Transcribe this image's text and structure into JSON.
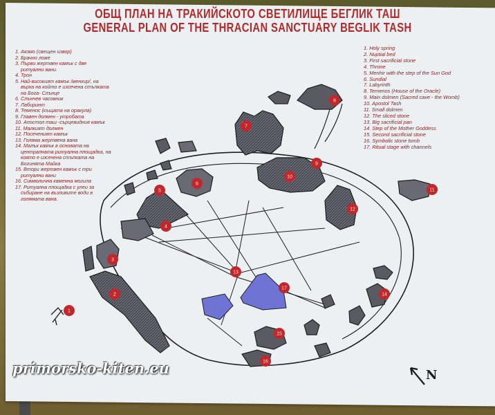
{
  "sign": {
    "title_bg": "ОБЩ ПЛАН НА ТРАКИЙСКОТО СВЕТИЛИЩЕ БЕГЛИК ТАШ",
    "title_en": "GENERAL PLAN OF THE THRACIAN SANCTUARY BEGLIK TASH",
    "legend_bg": [
      "1. Аязмо (свещен извор)",
      "2. Брачно ложе",
      "3. Първи жертвен камък с две\n    ритуални вани.",
      "4. Трон",
      "5. Най-високият камък /менхир/, на\n    върха на който е изсечена стъпката\n    на Бога- Слънце",
      "6. Слънчев часовник",
      "7. Лабиринт",
      "8. Теменос (къщата на оракула)",
      "9. Главен долмен - утробата",
      "10. Апостол таш -сърцевидния камък",
      "11. Малкият долмен",
      "12. Посеченият камък",
      "13. Голяма жертвена вана",
      "14. Малък камък в основата на\n    централната ритуална площадка, на\n    която е изсечена стъпката на\n    Богинята Майка",
      "15. Втори жертвен камък с три\n    ритуални вани",
      "16. Символична каменна могила",
      "17. Ритуална площадка с улеи за\n    събиране на възливите води в\n    голямата вана."
    ],
    "legend_en": [
      "1. Holy spring",
      "2. Nuptial bed",
      "3. First sacrificial stone",
      "4. Throne",
      "5. Menhir with the step of the Sun God",
      "6. Sundial",
      "7. Labyrinth",
      "8. Temenos (House of the Oracle)",
      "9. Main dolmen (Sacred cave - the Womb)",
      "10. Apostol Tash",
      "11. Small dolmen",
      "12. The sliced stone",
      "13. Big sacrificial pan",
      "14. Step of the Mother Goddess",
      "15. Second sacrificial stone",
      "16. Symbolic stone tomb",
      "17. Ritual stage with channels"
    ],
    "map_markers": [
      "1",
      "2",
      "3",
      "4",
      "5",
      "6",
      "7",
      "8",
      "9",
      "10",
      "11",
      "12",
      "13",
      "14",
      "15",
      "16",
      "17"
    ],
    "compass_label": "N",
    "watermark": "primorsko-kiten.eu"
  },
  "colors": {
    "board": "#ecf0f2",
    "title": "#b22a2a",
    "legend_text": "#8b1d1d",
    "marker": "#c0282c",
    "rock": "#4e4e56",
    "rock_light": "#8a8a94",
    "water": "#6f74d4",
    "ink": "#1e1e1e"
  }
}
